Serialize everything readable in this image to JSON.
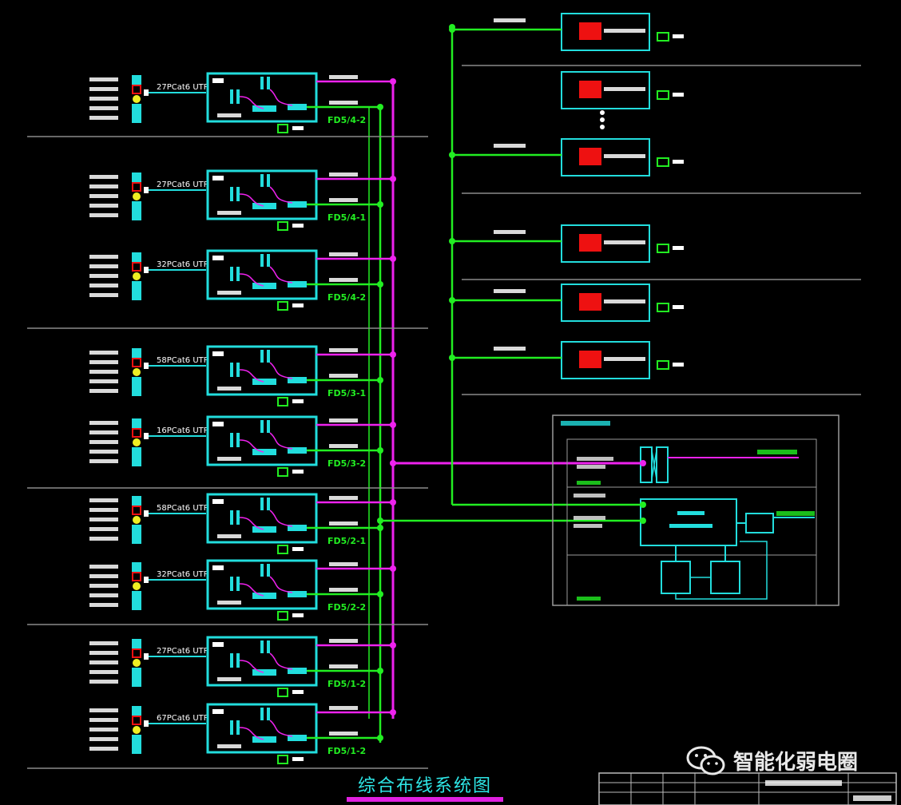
{
  "title": "综合布线系统图",
  "watermark": "智能化弱电圈",
  "colors": {
    "green": "#22ee22",
    "magenta": "#ee22ee",
    "cyan": "#22dddd",
    "red": "#ee1111",
    "yellow": "#eeee22",
    "white": "#ffffff",
    "grey": "#8a8a8a"
  },
  "floors": [
    {
      "cable": "27PCat6 UTP",
      "fd": "FD5/4-2"
    },
    {
      "cable": "27PCat6 UTP",
      "fd": "FD5/4-1"
    },
    {
      "cable": "32PCat6 UTP",
      "fd": "FD5/4-2"
    },
    {
      "cable": "58PCat6 UTP",
      "fd": "FD5/3-1"
    },
    {
      "cable": "16PCat6 UTP",
      "fd": "FD5/3-2"
    },
    {
      "cable": "58PCat6 UTP",
      "fd": "FD5/2-1"
    },
    {
      "cable": "32PCat6 UTP",
      "fd": "FD5/2-2"
    },
    {
      "cable": "27PCat6 UTP",
      "fd": "FD5/1-2"
    },
    {
      "cable": "67PCat6 UTP",
      "fd": "FD5/1-2"
    }
  ]
}
